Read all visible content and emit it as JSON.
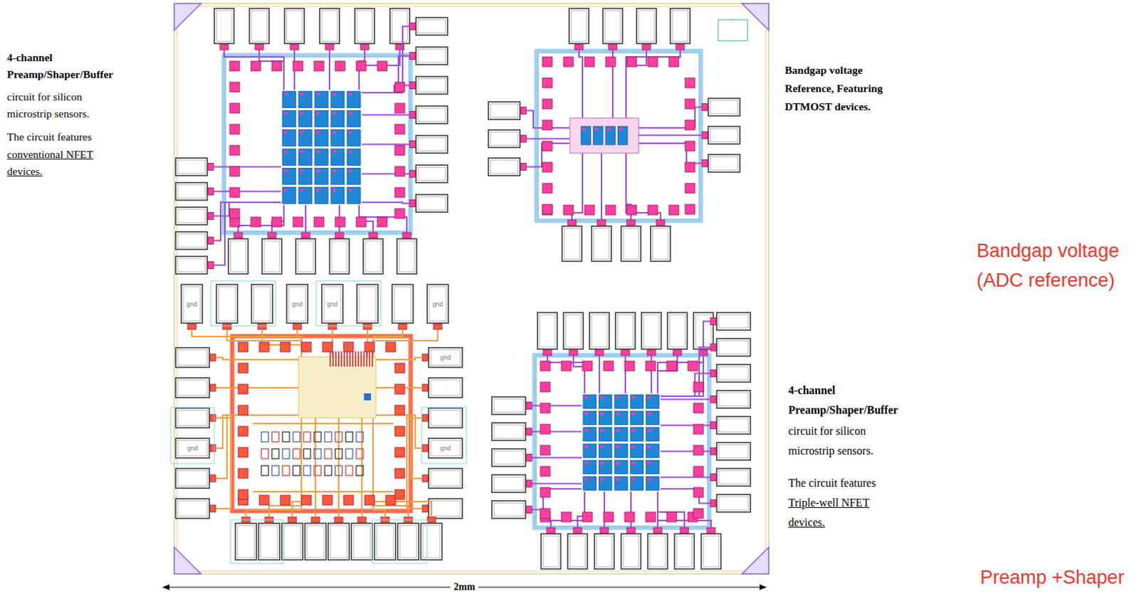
{
  "diagram": {
    "labels": [
      "4-channel Preamp/Shaper/Buffer",
      "circuit for silicon microstrip sensors.",
      "The circuit features",
      "conventional NFET devices.",
      "Bandgap voltage Reference, Featuring DTMOST devices.",
      "Bandgap voltage (ADC reference)",
      "4-channel Preamp/Shaper/Buffer",
      "circuit for silicon microstrip sensors.",
      "The circuit features",
      "Triple-well NFET devices.",
      "Preamp +Shaper",
      "2mm",
      "gnd",
      "gnd",
      "gnd",
      "gnd",
      "gnd",
      "gnd",
      "gnd"
    ]
  }
}
